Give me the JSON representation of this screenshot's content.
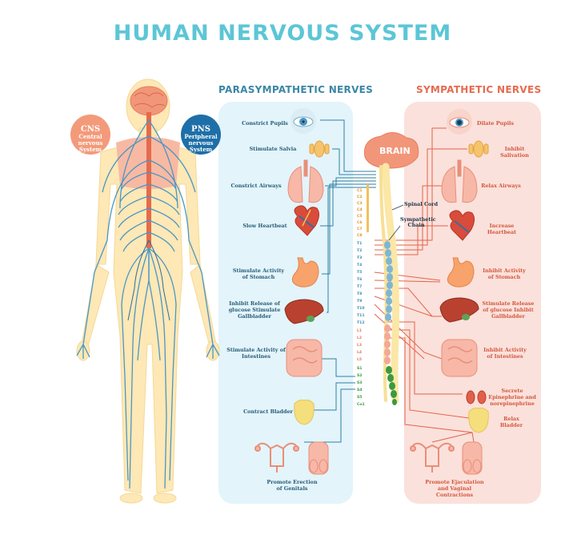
{
  "title": "HUMAN NERVOUS SYSTEM",
  "body": {
    "cns": {
      "title": "CNS",
      "sub": "Central nervous System"
    },
    "pns": {
      "title": "PNS",
      "sub": "Peripheral nervous System"
    }
  },
  "parasympathetic": {
    "heading": "PARASYMPATHETIC NERVES",
    "labels": [
      "Constrict Pupils",
      "Stimulate Salvia",
      "Constrict Airways",
      "Slow Heartbeat",
      "Stimulate Activity of Stomach",
      "Inhibit Release of glucose Stimulate Gallbladder",
      "Stimulate Activity of Intestines",
      "Contract Bladder",
      "Promote Erection of Genitals"
    ]
  },
  "sympathetic": {
    "heading": "SYMPATHETIC NERVES",
    "labels": [
      "Dilate Pupils",
      "Inhibit Salivation",
      "Relax Airways",
      "Increase Heartbeat",
      "Inhibit Activity of Stomach",
      "Stimulate Release of glucose Inhibit Gallbladder",
      "Inhibit Activity of Intestines",
      "Secrete Epinephrine and norepinephrine",
      "Relax Bladder",
      "Promote Ejaculation and Vaginal Contractions"
    ]
  },
  "center": {
    "brain": "BRAIN",
    "spinal_cord": "Spinal Cord",
    "sympathetic_chain": "Sympathetic Chain"
  },
  "segments": {
    "cervical": [
      "C1",
      "C2",
      "C3",
      "C4",
      "C5",
      "C6",
      "C7",
      "C8"
    ],
    "thoracic": [
      "T1",
      "T2",
      "T3",
      "T4",
      "T5",
      "T6",
      "T7",
      "T8",
      "T9",
      "T10",
      "T11",
      "T12"
    ],
    "lumbar": [
      "L1",
      "L2",
      "L3",
      "L4",
      "L5"
    ],
    "sacral": [
      "S1",
      "S2",
      "S3",
      "S4",
      "S5",
      "Co1"
    ]
  },
  "colors": {
    "title": "#5cc6d6",
    "para_heading": "#3b86a6",
    "symp_heading": "#e66b50",
    "para_panel": "#e3f4fb",
    "symp_panel": "#fbe1db",
    "para_nerve": "#2f7fa2",
    "symp_nerve": "#e26449",
    "cervical": "#e0932b",
    "thoracic": "#3f8fb4",
    "lumbar": "#e07b5a",
    "sacral": "#3c9a3c"
  }
}
